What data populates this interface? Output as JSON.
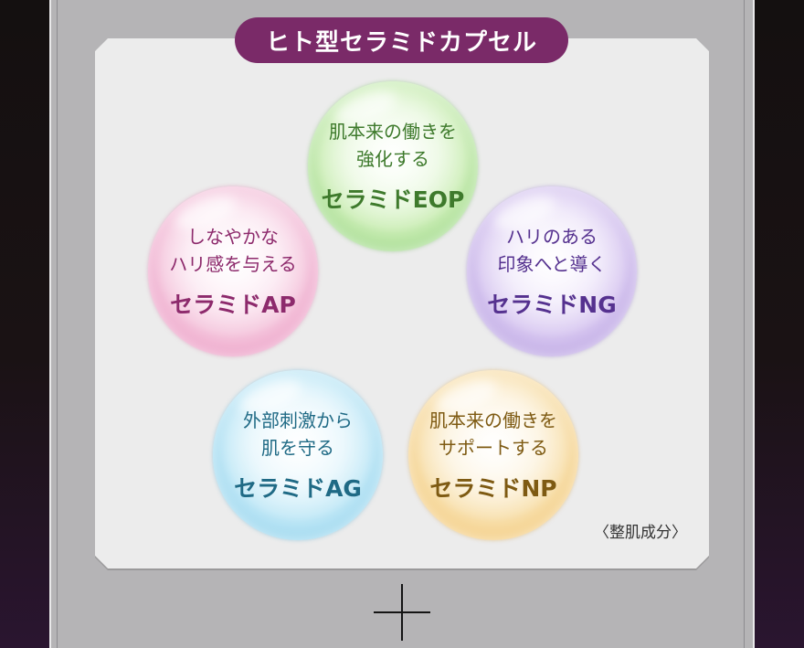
{
  "title": "ヒト型セラミドカプセル",
  "bubbles": [
    {
      "id": "eop",
      "desc_line1": "肌本来の働きを",
      "desc_line2": "強化する",
      "name": "セラミドEOP",
      "color": "#3e7a2c"
    },
    {
      "id": "ap",
      "desc_line1": "しなやかな",
      "desc_line2": "ハリ感を与える",
      "name": "セラミドAP",
      "color": "#8d2a6c"
    },
    {
      "id": "ng",
      "desc_line1": "ハリのある",
      "desc_line2": "印象へと導く",
      "name": "セラミドNG",
      "color": "#55318f"
    },
    {
      "id": "ag",
      "desc_line1": "外部刺激から",
      "desc_line2": "肌を守る",
      "name": "セラミドAG",
      "color": "#1f6a85"
    },
    {
      "id": "np",
      "desc_line1": "肌本来の働きを",
      "desc_line2": "サポートする",
      "name": "セラミドNP",
      "color": "#7e5a12"
    }
  ],
  "note": "〈整肌成分〉",
  "colors": {
    "title_pill": "#7a2a68",
    "panel": "#b5b4b6",
    "card": "#ececec"
  },
  "icons": {
    "plus": "plus-icon"
  }
}
